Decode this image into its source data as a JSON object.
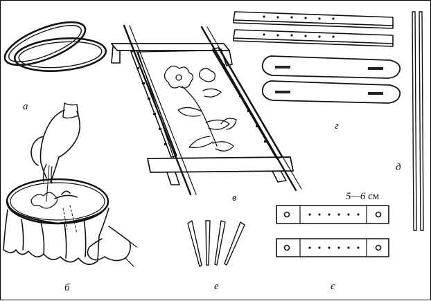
{
  "labels": {
    "hoops": "а",
    "hoop_in_use": "б",
    "frame": "в",
    "frame_parts": "г",
    "rods": "д",
    "pegs": "е",
    "slats": "є"
  },
  "dimension": {
    "value": "5—6",
    "unit": "см"
  },
  "colors": {
    "ink": "#111111",
    "paper": "#ffffff",
    "dark_slot": "#222222"
  }
}
